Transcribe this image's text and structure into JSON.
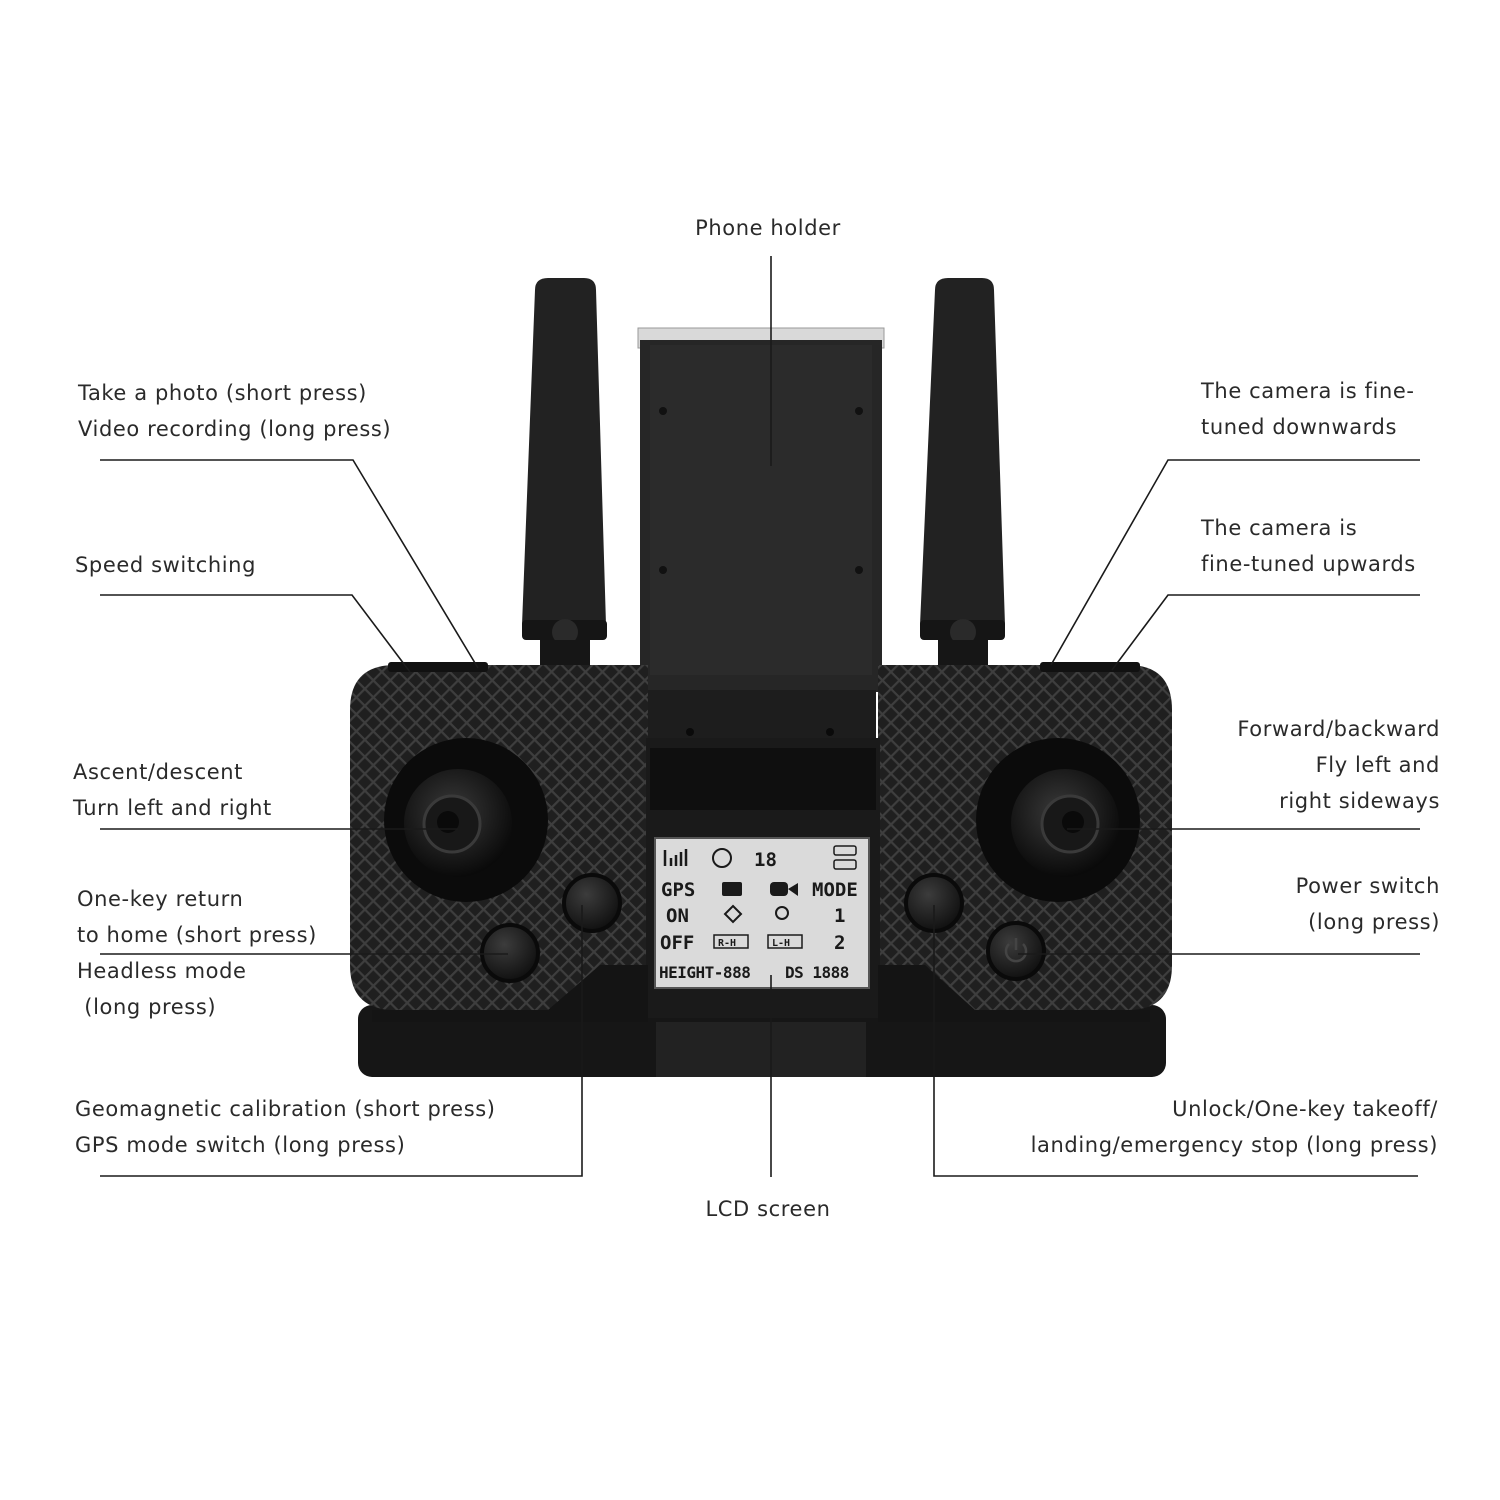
{
  "labels": {
    "phone_holder": "Phone holder",
    "take_photo": {
      "line1": "Take a photo (short press)",
      "line2": "Video recording (long press)"
    },
    "camera_down": {
      "line1": "The camera is fine-",
      "line2": "tuned downwards"
    },
    "speed_switching": "Speed switching",
    "camera_up": {
      "line1": "The camera is",
      "line2": "fine-tuned upwards"
    },
    "ascent": {
      "line1": "Ascent/descent",
      "line2": "Turn left and right"
    },
    "forward": {
      "line1": "Forward/backward",
      "line2": "Fly left and",
      "line3": "right sideways"
    },
    "return_home": {
      "line1": "One-key return",
      "line2": "to home (short press)",
      "line3": "Headless mode",
      "line4": " (long press)"
    },
    "power": {
      "line1": "Power switch",
      "line2": "(long press)"
    },
    "geomagnetic": {
      "line1": "Geomagnetic calibration (short press)",
      "line2": "GPS mode switch (long press)"
    },
    "unlock": {
      "line1": "Unlock/One-key takeoff/",
      "line2": "landing/emergency stop (long press)"
    },
    "lcd_screen": "LCD screen"
  },
  "lcd": {
    "gps": "GPS",
    "on": "ON",
    "off": "OFF",
    "mode": "MODE",
    "mode_1": "1",
    "mode_2": "2",
    "speed_value": "18",
    "height": "HEIGHT-888",
    "distance": "DS 1888",
    "badge_left": "R-H",
    "badge_right": "L-H"
  },
  "colors": {
    "body": "#1c1c1c",
    "texture": "#3a3a3a",
    "lcd_bg": "#d9d9d9",
    "leader_line": "#1a1a1a"
  }
}
